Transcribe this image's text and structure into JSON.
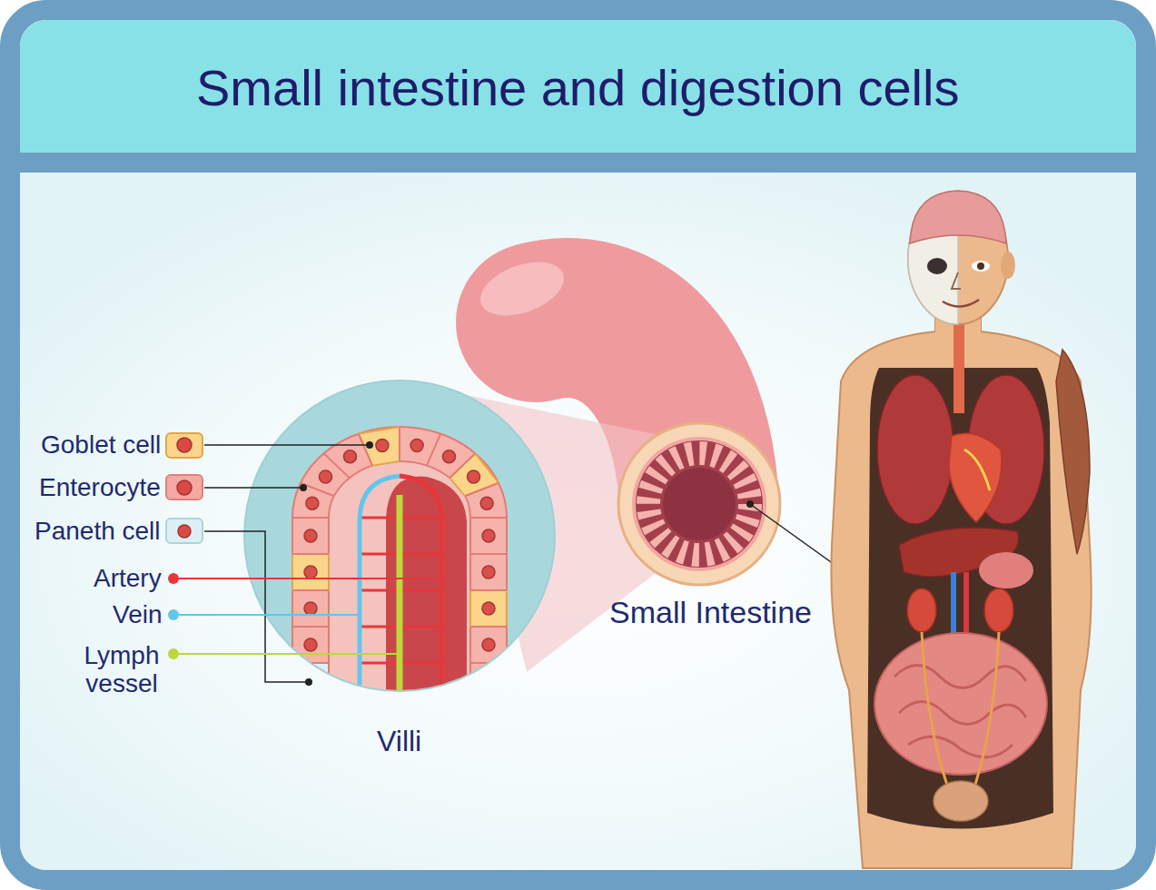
{
  "diagram": {
    "title": "Small intestine and digestion cells",
    "labels": [
      "Goblet cell",
      "Enterocyte",
      "Paneth cell",
      "Artery",
      "Vein",
      "Lymph vessel",
      "Villi",
      "Small Intestine"
    ]
  }
}
